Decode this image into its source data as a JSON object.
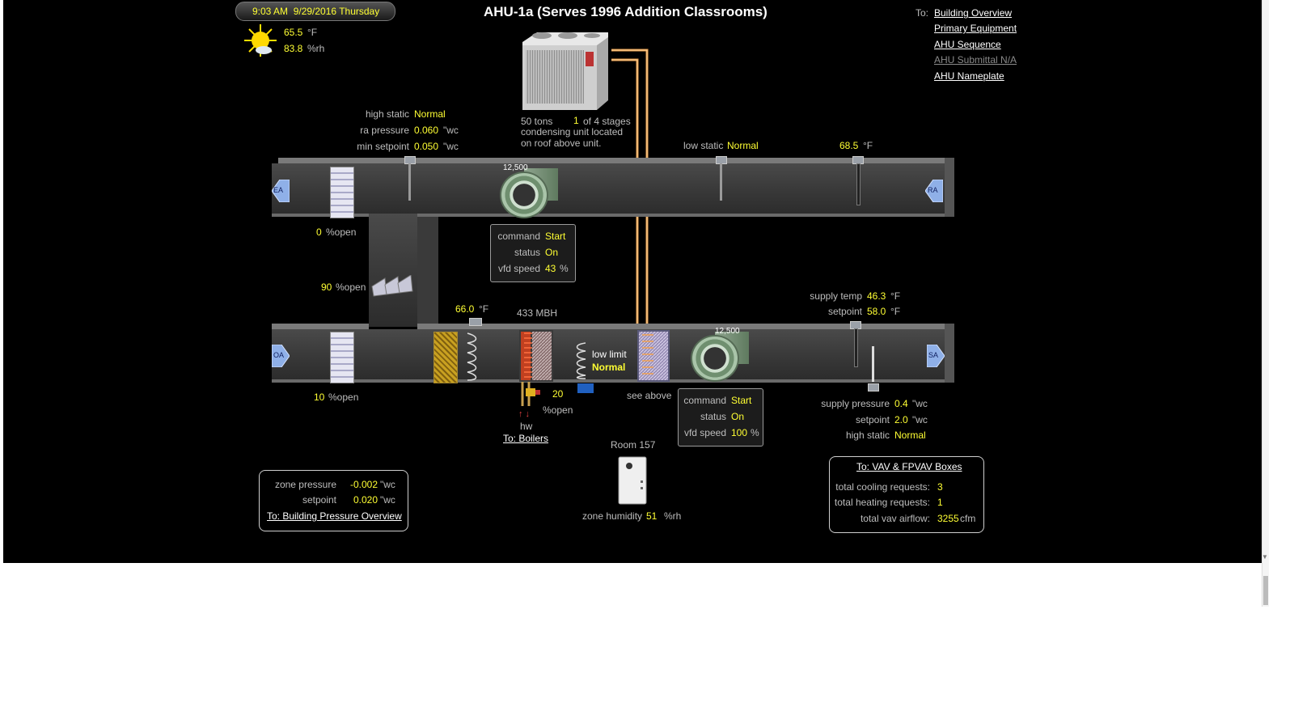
{
  "header": {
    "clock": "9:03 AM  9/29/2016 Thursday",
    "title": "AHU-1a (Serves 1996 Addition Classrooms)"
  },
  "weather": {
    "temp": "65.5",
    "temp_unit": "°F",
    "humidity": "83.8",
    "humidity_unit": "%rh"
  },
  "nav": {
    "to_label": "To:",
    "links": [
      "Building Overview",
      "Primary Equipment",
      "AHU Sequence",
      "AHU Submittal N/A",
      "AHU Nameplate"
    ]
  },
  "condenser": {
    "tons": "50 tons",
    "stage_value": "1",
    "stage_text": "of 4 stages",
    "note_line1": "condensing unit located",
    "note_line2": "on roof above unit."
  },
  "return_static": {
    "high_static_label": "high static",
    "high_static_value": "Normal",
    "ra_pressure_label": "ra pressure",
    "ra_pressure_value": "0.060",
    "ra_pressure_unit": "\"wc",
    "min_setpoint_label": "min setpoint",
    "min_setpoint_value": "0.050",
    "min_setpoint_unit": "\"wc"
  },
  "return_low_static": {
    "label": "low static",
    "value": "Normal"
  },
  "return_temp": {
    "value": "68.5",
    "unit": "°F"
  },
  "ea_damper": {
    "value": "0",
    "unit": "%open",
    "arrow": "EA"
  },
  "ra_arrow": "RA",
  "mix_damper": {
    "value": "90",
    "unit": "%open"
  },
  "oa_damper": {
    "value": "10",
    "unit": "%open",
    "arrow": "OA"
  },
  "sa_arrow": "SA",
  "return_fan": {
    "cfm": "12,500",
    "command_label": "command",
    "command_value": "Start",
    "status_label": "status",
    "status_value": "On",
    "vfd_label": "vfd speed",
    "vfd_value": "43",
    "vfd_unit": "%"
  },
  "supply_fan": {
    "cfm": "12,500",
    "command_label": "command",
    "command_value": "Start",
    "status_label": "status",
    "status_value": "On",
    "vfd_label": "vfd speed",
    "vfd_value": "100",
    "vfd_unit": "%"
  },
  "mixed_air": {
    "value": "66.0",
    "unit": "°F"
  },
  "heating": {
    "mbh": "433 MBH",
    "valve_value": "20",
    "valve_unit": "%open",
    "hw_label": "hw",
    "hw_arrows": "↑ ↓",
    "boilers_link": "To: Boilers"
  },
  "low_limit": {
    "label": "low limit",
    "value": "Normal"
  },
  "cooling_coil": {
    "note": "see above"
  },
  "supply": {
    "temp_label": "supply temp",
    "temp_value": "46.3",
    "temp_unit": "°F",
    "setpoint_label": "setpoint",
    "setpoint_value": "58.0",
    "setpoint_unit": "°F",
    "pressure_label": "supply pressure",
    "pressure_value": "0.4",
    "pressure_unit": "\"wc",
    "psetpoint_label": "setpoint",
    "psetpoint_value": "2.0",
    "psetpoint_unit": "\"wc",
    "high_static_label": "high static",
    "high_static_value": "Normal"
  },
  "zone_pressure": {
    "label": "zone pressure",
    "value": "-0.002",
    "unit": "\"wc",
    "setpoint_label": "setpoint",
    "setpoint_value": "0.020",
    "setpoint_unit": "\"wc",
    "link": "To: Building Pressure Overview"
  },
  "room": {
    "name": "Room 157",
    "humidity_label": "zone humidity",
    "humidity_value": "51",
    "humidity_unit": "%rh"
  },
  "vav": {
    "link": "To: VAV & FPVAV Boxes",
    "cooling_label": "total cooling requests:",
    "cooling_value": "3",
    "heating_label": "total heating requests:",
    "heating_value": "1",
    "airflow_label": "total vav airflow:",
    "airflow_value": "3255",
    "airflow_unit": "cfm"
  }
}
